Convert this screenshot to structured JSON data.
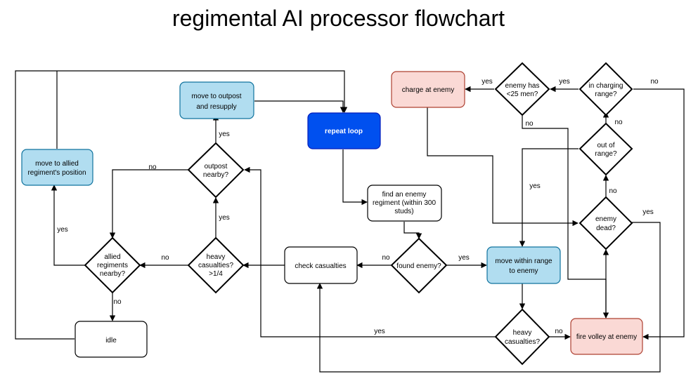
{
  "title": "regimental AI processor flowchart",
  "nodes": {
    "repeat": "repeat loop",
    "find_enemy": [
      "find an enemy",
      "regiment (within 300",
      "studs)"
    ],
    "found_enemy": [
      "found enemy?"
    ],
    "check_casualties": "check casualties",
    "heavy_casualties_1": [
      "heavy",
      "casualties?",
      ">1/4"
    ],
    "outpost_nearby": [
      "outpost",
      "nearby?"
    ],
    "move_outpost": [
      "move to outpost",
      "and resupply"
    ],
    "allied_nearby": [
      "allied",
      "regiments",
      "nearby?"
    ],
    "move_allied": [
      "move to allied",
      "regiment's position"
    ],
    "idle": "idle",
    "move_within_range": [
      "move within range",
      "to enemy"
    ],
    "heavy_casualties_2": [
      "heavy",
      "casualties?"
    ],
    "fire_volley": "fire volley at enemy",
    "enemy_dead": [
      "enemy",
      "dead?"
    ],
    "out_of_range": [
      "out of",
      "range?"
    ],
    "in_charging_range": [
      "in charging",
      "range?"
    ],
    "enemy_25": [
      "enemy has",
      "<25 men?"
    ],
    "charge": "charge at enemy"
  },
  "edge_labels": {
    "found_no": "no",
    "found_yes": "yes",
    "hc1_no": "no",
    "hc1_yes": "yes",
    "outpost_no": "no",
    "outpost_yes": "yes",
    "allied_yes": "yes",
    "allied_no": "no",
    "hc2_yes": "yes",
    "hc2_no": "no",
    "dead_yes": "yes",
    "dead_no": "no",
    "oor_yes": "yes",
    "oor_no": "no",
    "icr_yes": "yes",
    "icr_no": "no",
    "e25_yes": "yes",
    "e25_no": "no"
  },
  "colors": {
    "blue_box": "#b1ddf0",
    "blue_stroke": "#10739e",
    "red_box": "#fad9d5",
    "red_stroke": "#ae4132",
    "repeat_fill": "#0050ef",
    "repeat_stroke": "#001dbc"
  }
}
